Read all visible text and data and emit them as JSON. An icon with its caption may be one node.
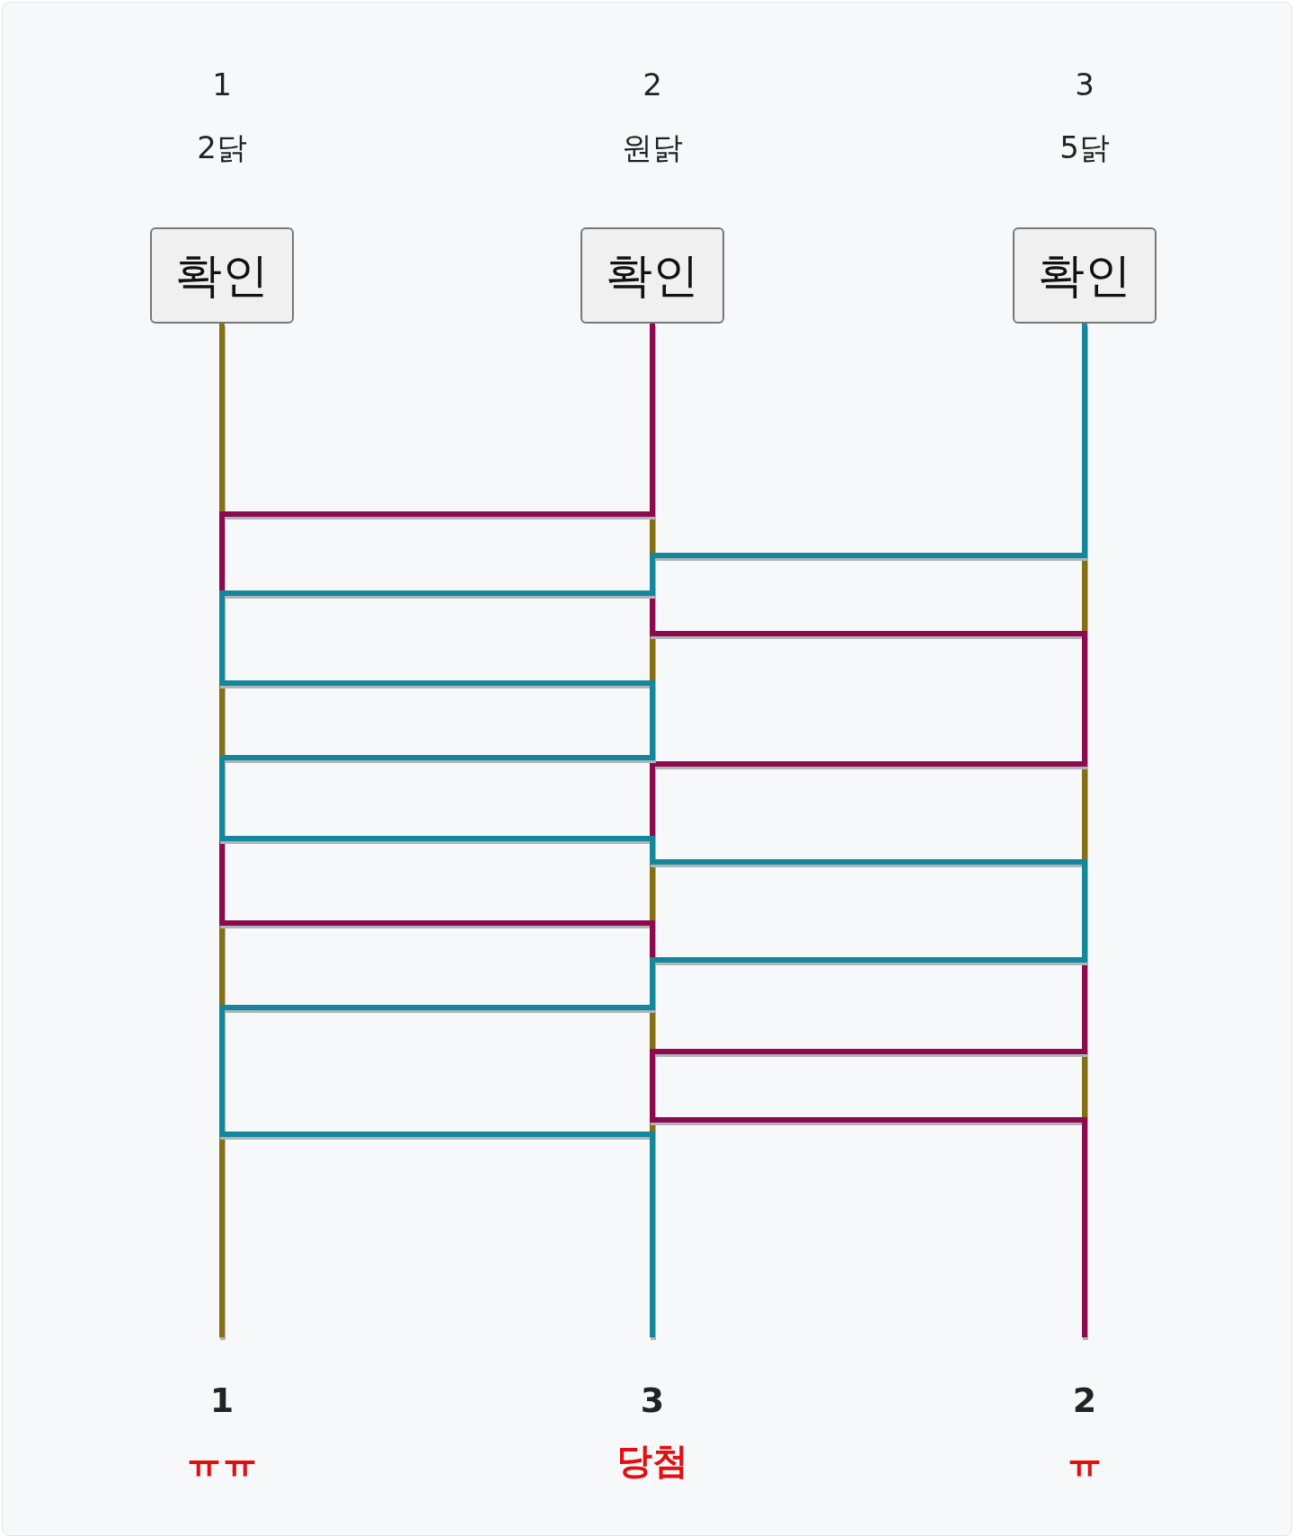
{
  "diagram": {
    "nodes": [
      {
        "text": [
          "확인"
        ],
        "beside": [
          "1",
          "2닭"
        ]
      },
      {
        "text": [
          "확인"
        ],
        "beside": [
          "2",
          "원닭"
        ]
      },
      {
        "text": [
          "확인"
        ],
        "beside": [
          "3",
          "5닭"
        ]
      },
      {
        "text": [
          "1",
          "ㅠㅠ"
        ]
      },
      {
        "text": [
          "3",
          "당첨"
        ]
      },
      {
        "text": [
          "2",
          "ㅠ"
        ]
      }
    ],
    "edges": [
      {
        "from": 0,
        "to": 3,
        "arrow": "none",
        "color": "#857014"
      },
      {
        "from": 1,
        "to": 5,
        "arrow": "none",
        "color": "#8c0b4e"
      },
      {
        "from": 2,
        "to": 4,
        "arrow": "none",
        "color": "#14879a"
      }
    ]
  }
}
